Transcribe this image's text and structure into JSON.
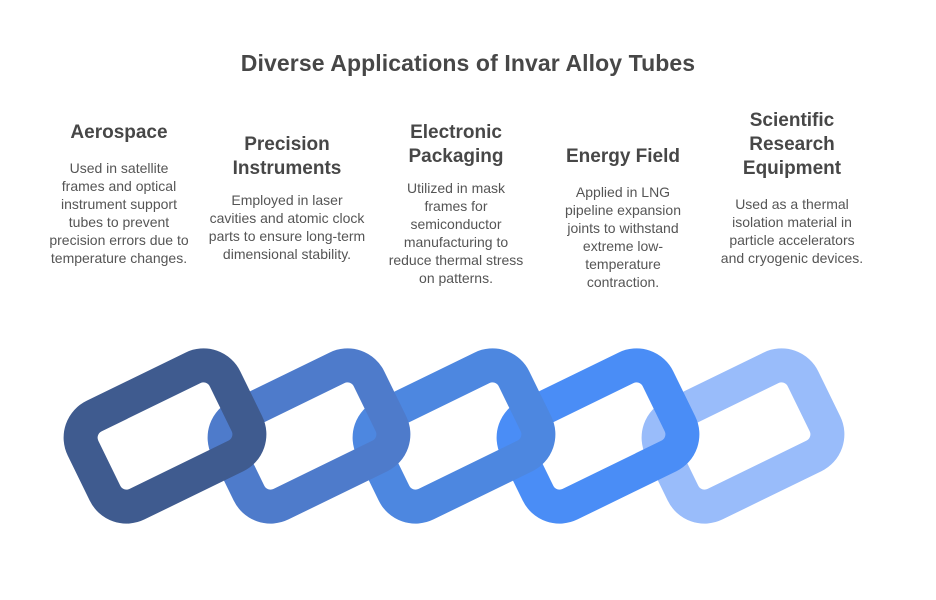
{
  "title": "Diverse Applications of Invar Alloy Tubes",
  "colors": {
    "link1": "#3f5b8f",
    "link2": "#4e7bcb",
    "link3": "#4d87e0",
    "link4": "#4a8df6",
    "link5": "#99bcfa"
  },
  "items": [
    {
      "heading": "Aerospace",
      "text": "Used in satellite frames and optical instrument support tubes to prevent precision errors due to temperature changes."
    },
    {
      "heading": "Precision Instruments",
      "text": "Employed in laser cavities and atomic clock parts to ensure long-term dimensional stability."
    },
    {
      "heading": "Electronic Packaging",
      "text": "Utilized in mask frames for semiconductor manufacturing to reduce thermal stress on patterns."
    },
    {
      "heading": "Energy Field",
      "text": "Applied in LNG pipeline expansion joints to withstand extreme low-temperature contraction."
    },
    {
      "heading": "Scientific Research Equipment",
      "text": "Used as a thermal isolation material in particle accelerators and cryogenic devices."
    }
  ]
}
